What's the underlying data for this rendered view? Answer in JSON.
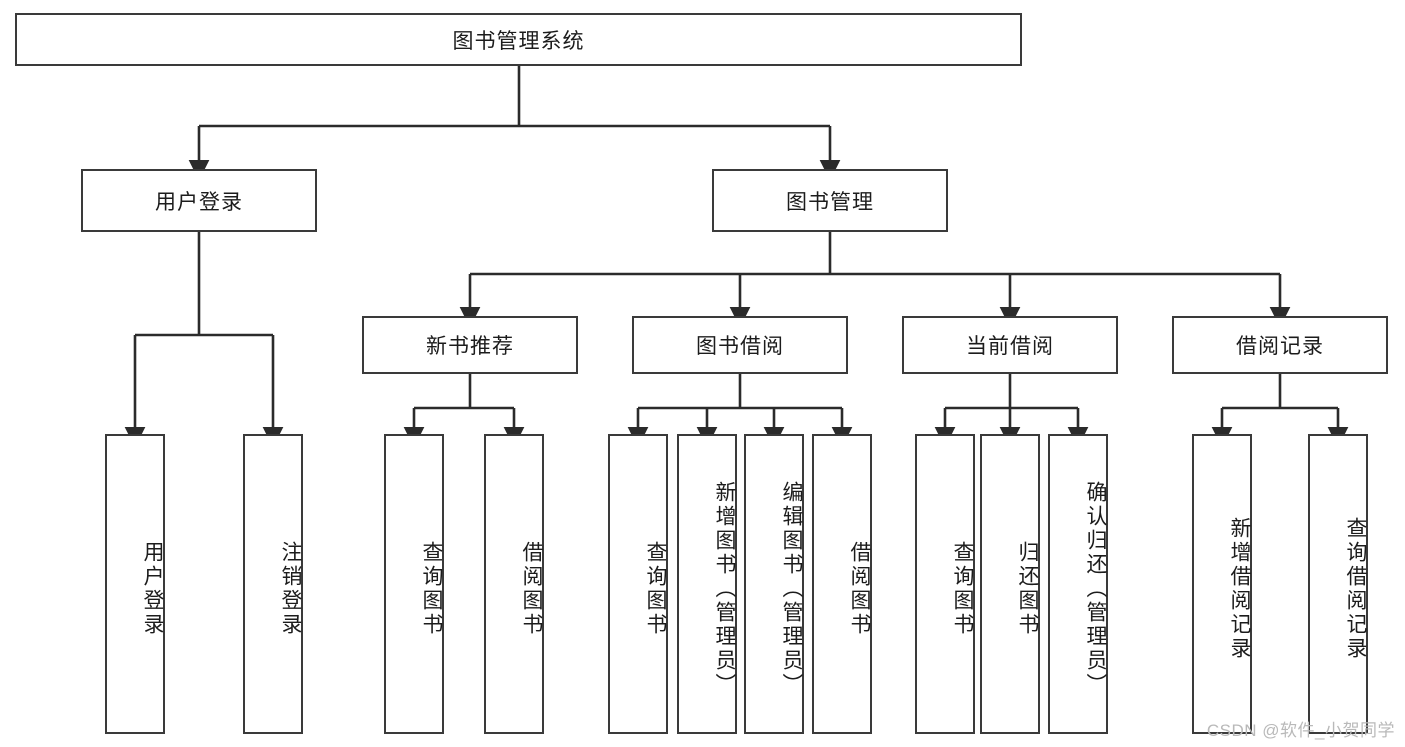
{
  "diagram": {
    "title": "图书管理系统",
    "type": "hierarchy-tree",
    "colors": {
      "box_border": "#3a3a3a",
      "box_fill": "#ffffff",
      "line": "#2b2b2b",
      "text": "#1c1c1c",
      "watermark": "#b9b9b9",
      "background": "#ffffff"
    },
    "root": {
      "label": "图书管理系统"
    },
    "level2": [
      {
        "label": "用户登录"
      },
      {
        "label": "图书管理"
      }
    ],
    "level3": [
      {
        "label": "新书推荐"
      },
      {
        "label": "图书借阅"
      },
      {
        "label": "当前借阅"
      },
      {
        "label": "借阅记录"
      }
    ],
    "leaves": {
      "user_login": [
        {
          "label": "用户登录"
        },
        {
          "label": "注销登录"
        }
      ],
      "new_book_recommend": [
        {
          "label": "查询图书"
        },
        {
          "label": "借阅图书"
        }
      ],
      "book_borrow": [
        {
          "label": "查询图书"
        },
        {
          "label": "新增图书（管理员）"
        },
        {
          "label": "编辑图书（管理员）"
        },
        {
          "label": "借阅图书"
        }
      ],
      "current_borrow": [
        {
          "label": "查询图书"
        },
        {
          "label": "归还图书"
        },
        {
          "label": "确认归还（管理员）"
        }
      ],
      "borrow_record": [
        {
          "label": "新增借阅记录"
        },
        {
          "label": "查询借阅记录"
        }
      ]
    },
    "watermark": "CSDN @软件_小贺同学"
  }
}
